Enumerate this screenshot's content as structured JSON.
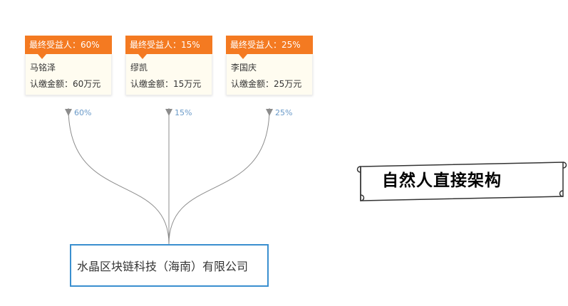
{
  "shareholders": [
    {
      "badge": "最终受益人：60%",
      "name": "马铭泽",
      "amount": "认缴金额：60万元",
      "percent": "60%"
    },
    {
      "badge": "最终受益人：15%",
      "name": "缪凯",
      "amount": "认缴金额：15万元",
      "percent": "15%"
    },
    {
      "badge": "最终受益人：25%",
      "name": "李国庆",
      "amount": "认缴金额：25万元",
      "percent": "25%"
    }
  ],
  "company": {
    "name": "水晶区块链科技（海南）有限公司"
  },
  "banner": {
    "title": "自然人直接架构"
  },
  "colors": {
    "badge": "#f47a21",
    "card_background": "#fffcf0",
    "percent_text": "#6a9ac9",
    "connector": "#8c8c8c",
    "company_border": "#3a8fcf"
  }
}
